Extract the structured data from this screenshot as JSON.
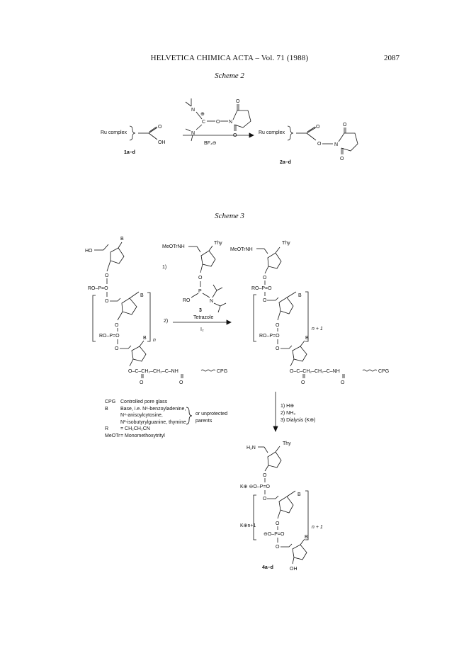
{
  "header": {
    "journal": "HELVETICA CHIMICA ACTA – Vol. 71 (1988)",
    "page_number": "2087"
  },
  "scheme2": {
    "title": "Scheme 2",
    "reactant_text": "Ru complex",
    "reactant_label": "1a–d",
    "reagent": "BF₄⊖",
    "product_text": "Ru complex",
    "product_label": "2a–d",
    "atoms": {
      "N": "N",
      "C": "C",
      "O": "O",
      "OH": "OH",
      "plus": "⊕"
    }
  },
  "scheme3": {
    "title": "Scheme 3",
    "step1": "1)",
    "step2": "2)",
    "reagent_label": "3",
    "tetrazole": "Tetrazole",
    "iodine": "I₂",
    "left": {
      "ho": "HO",
      "base1": "B",
      "ro1": "RO–P=O",
      "base2": "B",
      "ro2": "RO–P=O",
      "n": "n",
      "base3": "B",
      "linker": "O–C–CH₂–CH₂–C–NH",
      "cpg": "CPG"
    },
    "reagent": {
      "meotrnh": "MeOTrNH",
      "thy": "Thy",
      "ro": "RO"
    },
    "right": {
      "meotrnh": "MeOTrNH",
      "thy": "Thy",
      "ro1": "RO–P=O",
      "base2": "B",
      "ro2": "RO–P=O",
      "n1": "n + 1",
      "base3": "B",
      "linker": "O–C–CH₂–CH₂–C–NH",
      "cpg": "CPG"
    },
    "deprotection_steps": [
      "1) H⊕",
      "2) NH₃",
      "3) Dialysis (K⊕)"
    ],
    "product": {
      "h2n": "H₂N",
      "thy": "Thy",
      "k1": "K⊕ ⊖O–P=O",
      "base2": "B",
      "k2": "K⊕n+1",
      "p2": "⊖O–P=O",
      "n1": "n + 1",
      "base3": "B",
      "oh": "OH",
      "label": "4a–d"
    },
    "legend": [
      {
        "key": "CPG",
        "value": "Controlled pore glass"
      },
      {
        "key": "B",
        "value": "Base, i.e. N⁶-benzoyladenine,"
      },
      {
        "key": "",
        "value": "N⁴-anisoylcytosine,"
      },
      {
        "key": "",
        "value": "N²-isobutyrylguanine, thymine"
      },
      {
        "key": "R",
        "value": "= CH₂CH₂CN"
      },
      {
        "key": "MeOTr",
        "value": "= Monomethoxytrityl"
      }
    ],
    "legend_brace_note": [
      "or unprotected",
      "parents"
    ]
  }
}
